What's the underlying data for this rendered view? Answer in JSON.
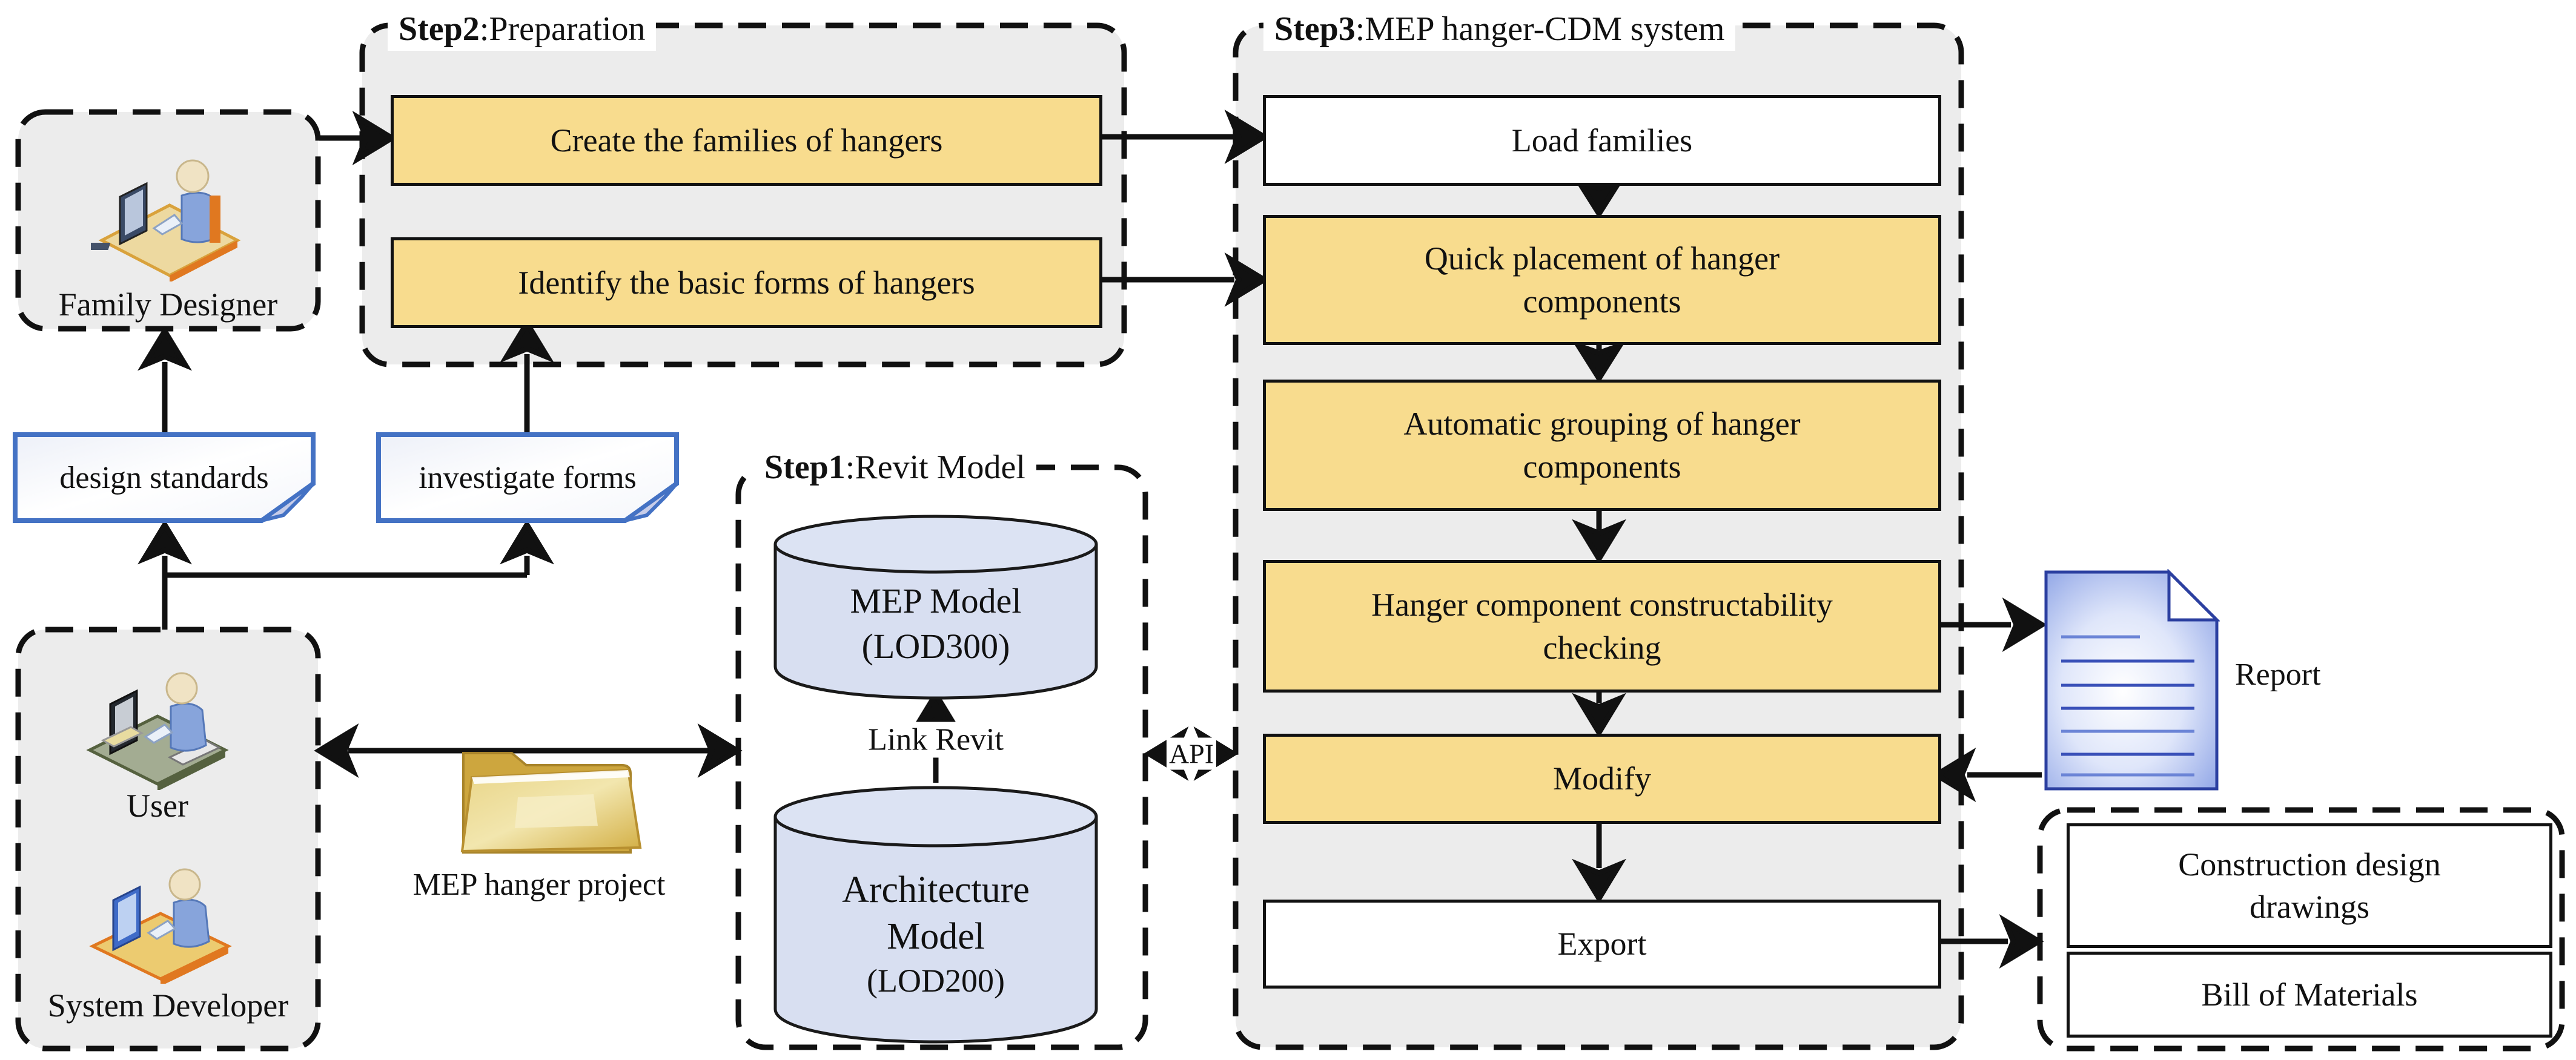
{
  "diagram": {
    "colors": {
      "box_yellow": "#F8DC8E",
      "container_gray": "#ECECEC",
      "cylinder_blue": "#D8DFF1",
      "doc_border_blue": "#4472C4",
      "report_blue": "#7E97E2",
      "folder_gold": "#D9B84E",
      "line_black": "#111111"
    },
    "actors": {
      "family_designer": {
        "label": "Family Designer"
      },
      "user": {
        "label": "User"
      },
      "system_developer": {
        "label": "System Developer"
      }
    },
    "docs": {
      "design_standards": {
        "label": "design standards"
      },
      "investigate_forms": {
        "label": "investigate forms"
      }
    },
    "folder": {
      "label": "MEP hanger project"
    },
    "step1": {
      "title_bold": "Step1",
      "title_rest": ":Revit Model",
      "mep_model": {
        "line1": "MEP Model",
        "line2": "(LOD300)"
      },
      "arch_model": {
        "line1": "Architecture",
        "line2": "Model",
        "line3": "(LOD200)"
      },
      "link_label": "Link Revit"
    },
    "step2": {
      "title_bold": "Step2",
      "title_rest": ":Preparation",
      "boxes": [
        {
          "label": "Create the families of hangers"
        },
        {
          "label": "Identify the basic forms of hangers"
        }
      ]
    },
    "step3": {
      "title_bold": "Step3",
      "title_rest": ":MEP hanger-CDM system",
      "boxes": [
        {
          "label": "Load families"
        },
        {
          "label": "Quick placement of hanger components"
        },
        {
          "label": "Automatic grouping of hanger components"
        },
        {
          "label": "Hanger component constructability checking"
        },
        {
          "label": "Modify"
        },
        {
          "label": "Export"
        }
      ]
    },
    "api_label": "API",
    "report": {
      "label": "Report"
    },
    "outputs": {
      "boxes": [
        {
          "label": "Construction design drawings"
        },
        {
          "label": "Bill of Materials"
        }
      ]
    }
  }
}
